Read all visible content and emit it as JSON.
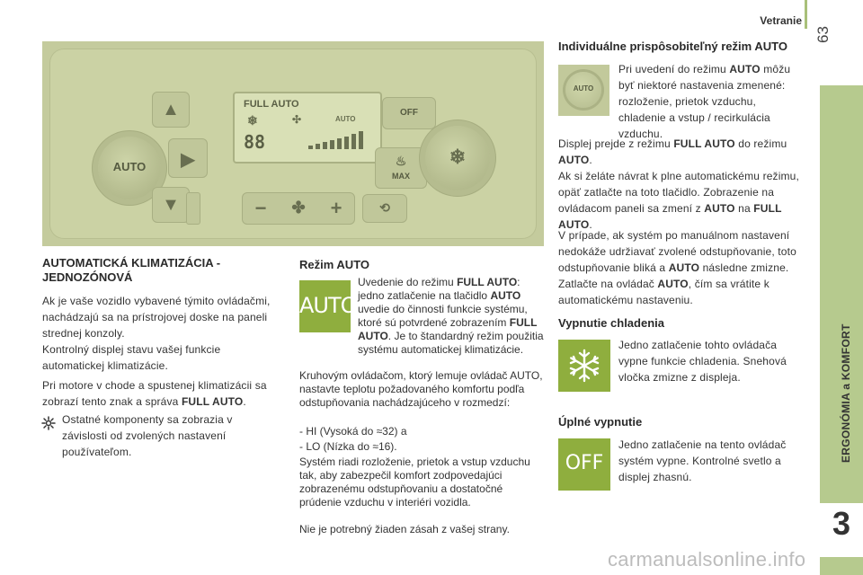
{
  "header": {
    "section": "Vetranie",
    "page_number": "63"
  },
  "sidebar": {
    "chapter_title": "ERGONÓMIA a KOMFORT",
    "chapter_number": "3"
  },
  "panel_photo": {
    "display_text": "FULL AUTO",
    "display_auto_small": "AUTO",
    "display_digits": "88",
    "knob_left": "AUTO",
    "off_label": "OFF",
    "max_label": "MAX",
    "minus": "−",
    "plus": "+"
  },
  "left": {
    "heading": "AUTOMATICKÁ KLIMATIZÁCIA - JEDNOZÓNOVÁ",
    "p1": "Ak je vaše vozidlo vybavené týmito ovládačmi, nachádzajú sa na prístrojovej doske na paneli strednej konzoly.",
    "p2": "Kontrolný displej stavu vašej funkcie automatickej klimatizácie.",
    "p3_a": "Pri motore v chode a spustenej klimatizácii sa zobrazí tento znak a správa ",
    "p3_b": "FULL AUTO",
    "p3_c": ".",
    "p4": "Ostatné komponenty sa zobrazia v závislosti od zvolených nastavení používateľom."
  },
  "middle": {
    "heading": "Režim AUTO",
    "auto_icon": "AUTO",
    "p1_a": "Uvedenie do režimu ",
    "p1_b": "FULL AUTO",
    "p1_c": ": jedno zatlačenie na tlačidlo ",
    "p1_d": "AUTO",
    "p1_e": " uvedie do činnosti funkcie systému, ktoré sú potvrdené zobrazením ",
    "p1_f": "FULL AUTO",
    "p1_g": ". Je to štandardný režim použitia systému automatickej klimatizácie.",
    "p2": "Kruhovým ovládačom, ktorý lemuje ovládač AUTO, nastavte teplotu požadovaného komfortu podľa odstupňovania nachádzajúceho v rozmedzí:",
    "li1": "-   HI (Vysoká do ≈32) a",
    "li2": "-   LO (Nízka do ≈16).",
    "p3": "Systém riadi rozloženie, prietok a vstup vzduchu tak, aby zabezpečil komfort zodpovedajúci zobrazenému odstupňovaniu a dostatočné prúdenie vzduchu v interiéri vozidla.",
    "p4": "Nie je potrebný žiaden zásah z vašej strany."
  },
  "right": {
    "heading1": "Individuálne prispôsobiteľný režim AUTO",
    "thumb_label": "AUTO",
    "p1_a": "Pri uvedení do režimu ",
    "p1_b": "AUTO",
    "p1_c": " môžu byť niektoré nastavenia zmenené: rozloženie, prietok vzduchu, chladenie a vstup / recirkulácia vzduchu.",
    "p2_a": "Displej prejde z režimu ",
    "p2_b": "FULL AUTO",
    "p2_c": " do režimu ",
    "p2_d": "AUTO",
    "p2_e": ".",
    "p3_a": "Ak si želáte návrat k plne automatickému režimu, opäť zatlačte na toto tlačidlo. Zobrazenie na ovládacom paneli sa zmení z ",
    "p3_b": "AUTO",
    "p3_c": " na ",
    "p3_d": "FULL AUTO",
    "p3_e": ".",
    "p4_a": "V prípade, ak systém po manuálnom nastavení nedokáže udržiavať zvolené odstupňovanie, toto odstupňovanie bliká a ",
    "p4_b": "AUTO",
    "p4_c": " následne zmizne. Zatlačte na ovládač ",
    "p4_d": "AUTO",
    "p4_e": ", čím sa vrátite k automatickému nastaveniu.",
    "heading2": "Vypnutie chladenia",
    "p5": "Jedno zatlačenie tohto ovládača vypne funkcie chladenia. Snehová vločka zmizne z displeja.",
    "heading3": "Úplné vypnutie",
    "off_icon": "OFF",
    "p6": "Jedno zatlačenie na tento ovládač systém vypne. Kontrolné svetlo a displej zhasnú."
  },
  "footer": {
    "watermark": "carmanualsonline.info"
  },
  "colors": {
    "accent_green": "#8fae3e",
    "strip_green": "#b6ca8e",
    "panel_beige": "#c4cb9d"
  }
}
